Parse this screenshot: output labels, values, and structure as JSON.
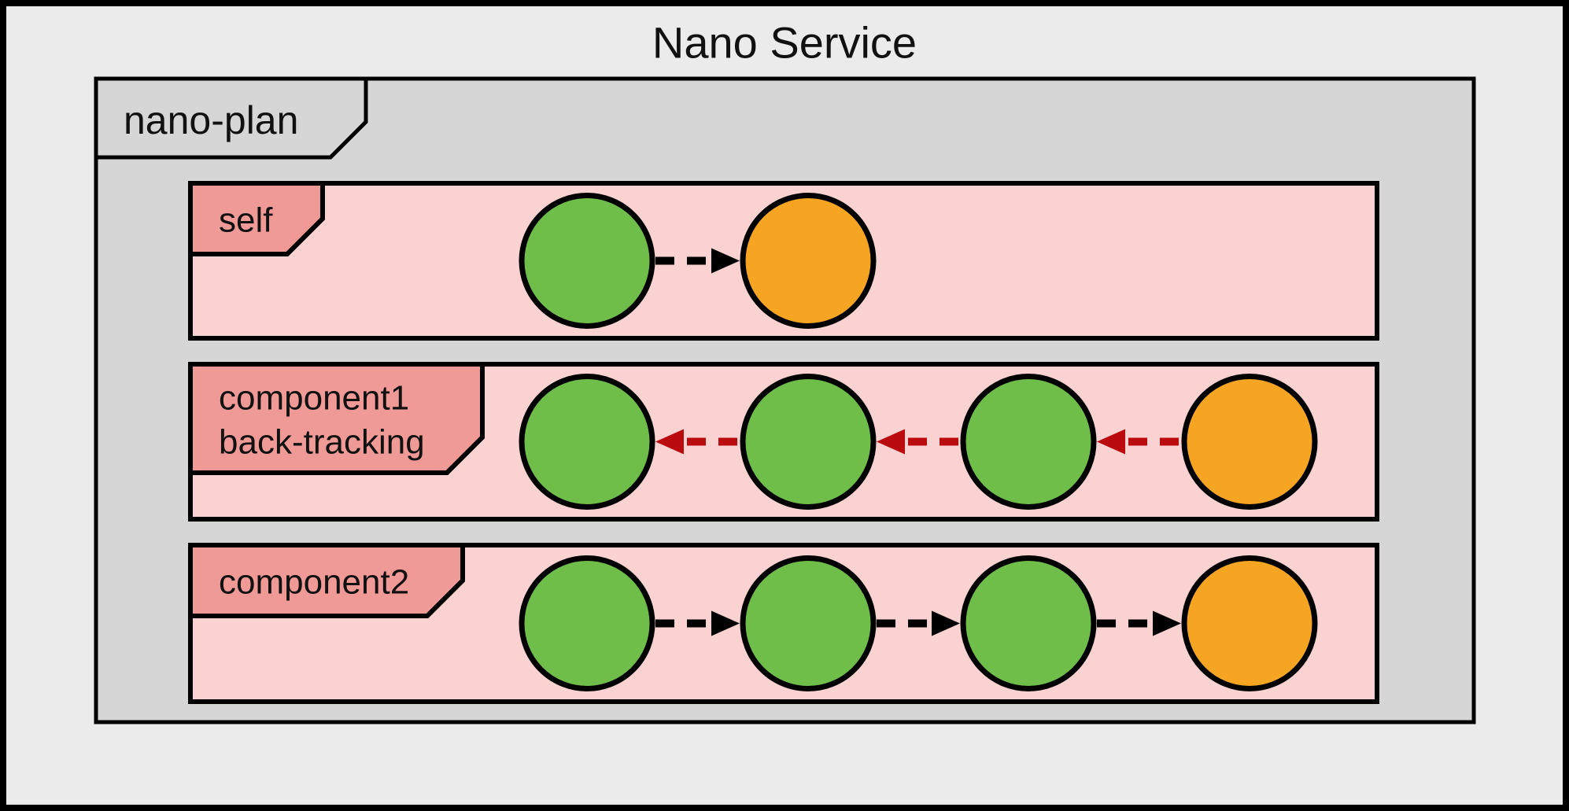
{
  "title": "Nano Service",
  "frame": {
    "label": "nano-plan"
  },
  "colors": {
    "background": "#ebebeb",
    "frame_fill": "#d6d6d6",
    "lane_fill": "#f9d2d1",
    "tab_fill": "#f09a97",
    "node_green": "#6fbe4a",
    "node_orange": "#f6a522",
    "arrow_black": "#000000",
    "arrow_red": "#ba0c0e",
    "border": "#000000"
  },
  "lanes": [
    {
      "id": "self",
      "label_lines": [
        "self"
      ],
      "nodes": [
        "green",
        "orange"
      ],
      "arrows": {
        "direction": "right",
        "color_key": "arrow_black"
      }
    },
    {
      "id": "component1",
      "label_lines": [
        "component1",
        "back-tracking"
      ],
      "nodes": [
        "green",
        "green",
        "green",
        "orange"
      ],
      "arrows": {
        "direction": "left",
        "color_key": "arrow_red"
      }
    },
    {
      "id": "component2",
      "label_lines": [
        "component2"
      ],
      "nodes": [
        "green",
        "green",
        "green",
        "orange"
      ],
      "arrows": {
        "direction": "right",
        "color_key": "arrow_black"
      }
    }
  ]
}
